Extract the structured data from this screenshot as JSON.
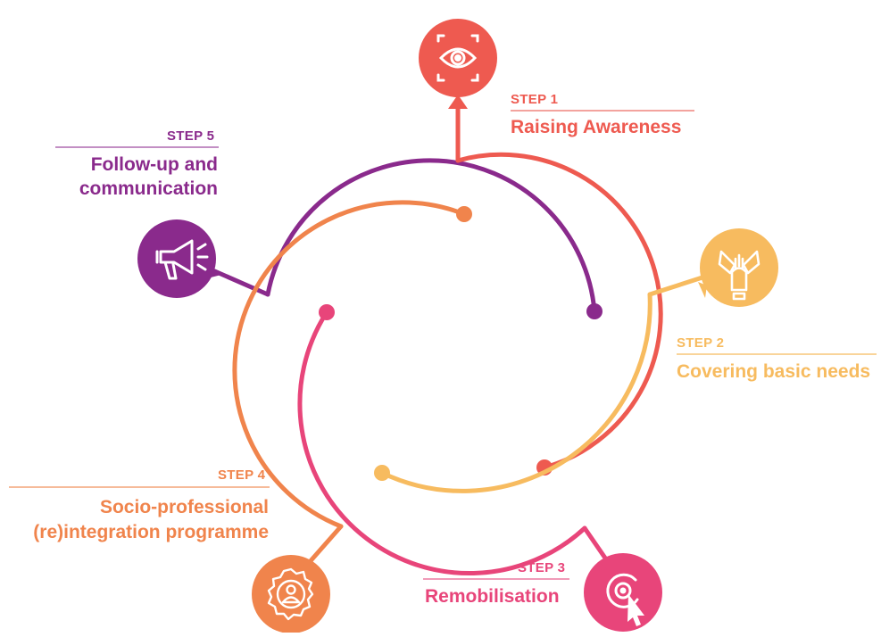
{
  "steps": [
    {
      "label": "STEP 1",
      "title_lines": [
        "Raising Awareness"
      ],
      "color": "#ee5a50",
      "icon": "eye-icon"
    },
    {
      "label": "STEP 2",
      "title_lines": [
        "Covering basic needs"
      ],
      "color": "#f7bb5f",
      "icon": "hands-stack-icon"
    },
    {
      "label": "STEP 3",
      "title_lines": [
        "Remobilisation"
      ],
      "color": "#e8457a",
      "icon": "target-cursor-icon"
    },
    {
      "label": "STEP 4",
      "title_lines": [
        "Socio-professional",
        "(re)integration programme"
      ],
      "color": "#f0844c",
      "icon": "badge-person-icon"
    },
    {
      "label": "STEP 5",
      "title_lines": [
        "Follow-up and",
        "communication"
      ],
      "color": "#8a2a8c",
      "icon": "megaphone-icon"
    }
  ]
}
